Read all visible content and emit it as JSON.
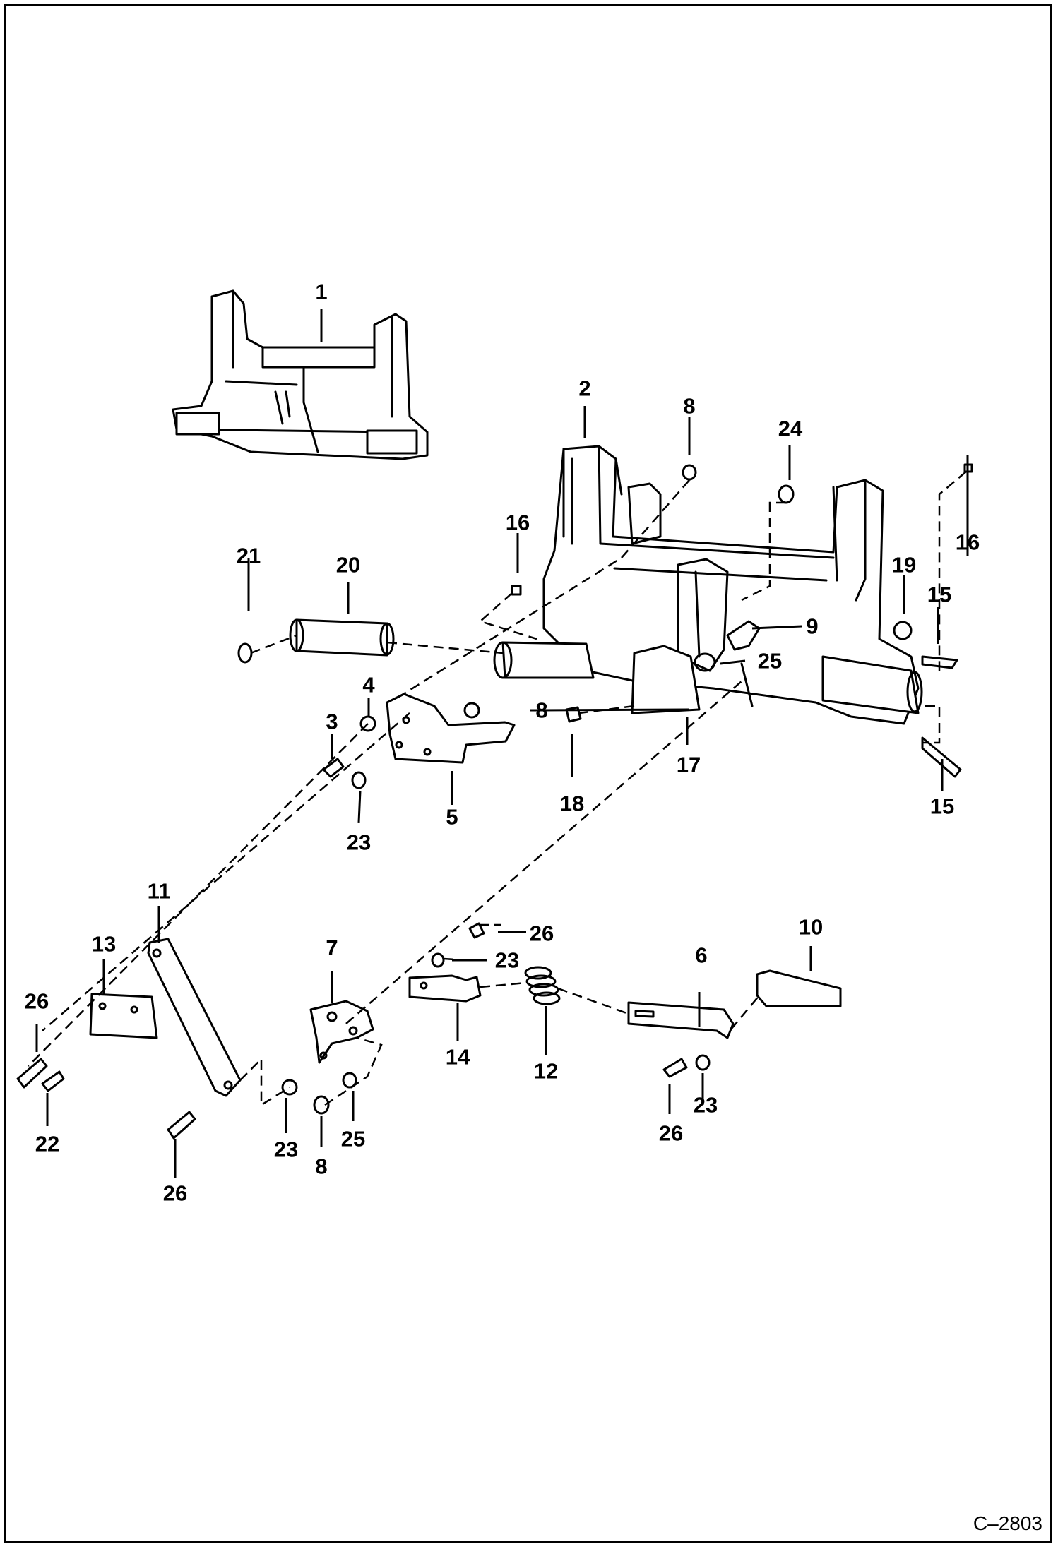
{
  "figure": {
    "id": "C–2803"
  },
  "callouts": {
    "c1": "1",
    "c2": "2",
    "c3": "3",
    "c4": "4",
    "c5": "5",
    "c6": "6",
    "c7": "7",
    "c8a": "8",
    "c8b": "8",
    "c8c": "8",
    "c9": "9",
    "c10": "10",
    "c11": "11",
    "c12": "12",
    "c13": "13",
    "c14": "14",
    "c15a": "15",
    "c15b": "15",
    "c16a": "16",
    "c16b": "16",
    "c17": "17",
    "c18": "18",
    "c19": "19",
    "c20": "20",
    "c21": "21",
    "c22": "22",
    "c23a": "23",
    "c23b": "23",
    "c23c": "23",
    "c23d": "23",
    "c24": "24",
    "c25a": "25",
    "c25b": "25",
    "c26a": "26",
    "c26b": "26",
    "c26c": "26",
    "c26d": "26"
  }
}
